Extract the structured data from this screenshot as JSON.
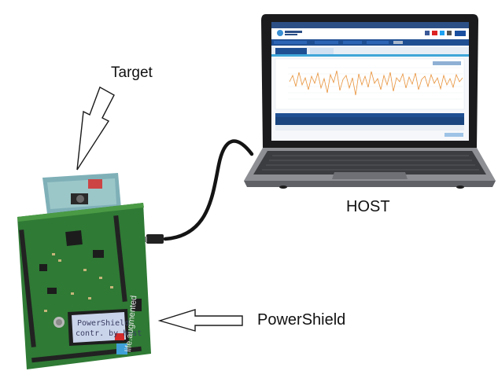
{
  "labels": {
    "target": "Target",
    "host": "HOST",
    "powershield": "PowerShield"
  },
  "lcd": {
    "line1": "PowerShield",
    "line2": "contr. by host"
  },
  "colors": {
    "board_green": "#2f7a35",
    "screen_blue": "#1f4f93",
    "plot_line": "#e8923a",
    "lcd_bg": "#c9d3ea"
  },
  "icons": [
    "arrow-to-target-icon",
    "arrow-to-powershield-icon",
    "laptop-icon",
    "usb-cable-icon"
  ]
}
